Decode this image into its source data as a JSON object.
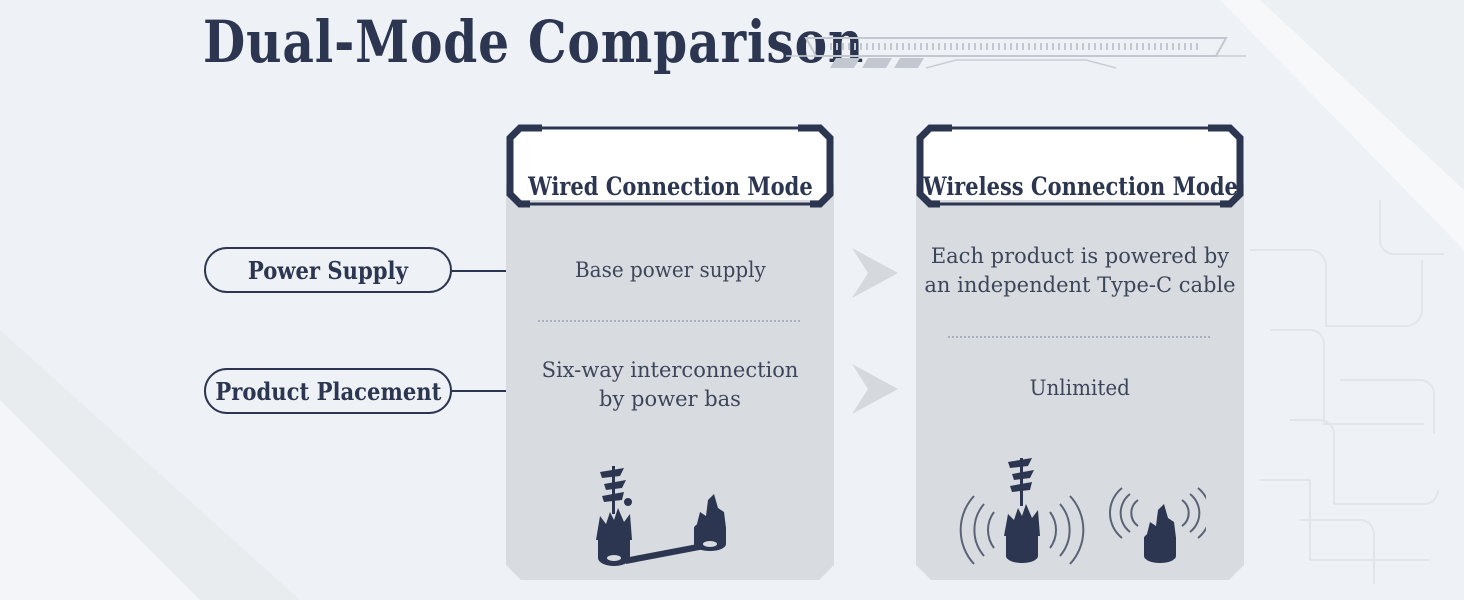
{
  "title": "Dual-Mode Comparison",
  "row_labels": {
    "power_supply": "Power Supply",
    "product_placement": "Product Placement"
  },
  "wired": {
    "title": "Wired Connection Mode",
    "power_supply": "Base power supply",
    "placement_line1": "Six-way interconnection",
    "placement_line2": "by power bas"
  },
  "wireless": {
    "title": "Wireless Connection Mode",
    "power_line1": "Each product is powered by",
    "power_line2": "an independent Type-C cable",
    "placement": "Unlimited"
  },
  "colors": {
    "navy": "#2c3650",
    "card_bg": "#d8dbe0",
    "page_bg": "#eef2f6",
    "arrow": "#d5d9de"
  },
  "icons": [
    "chevron-right-icon",
    "product-figure-icon",
    "wireless-signal-icon"
  ]
}
